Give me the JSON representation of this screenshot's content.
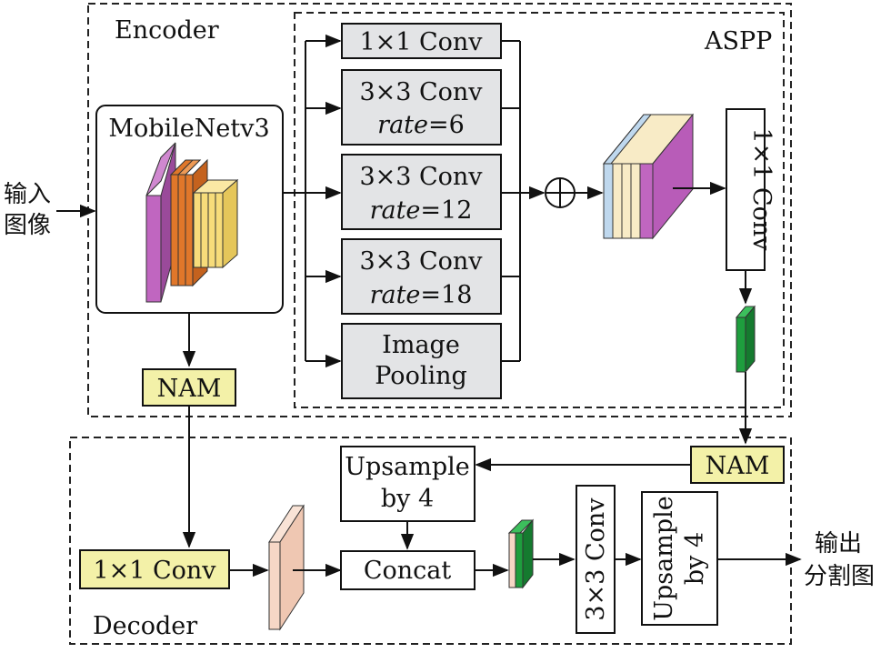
{
  "encoder": {
    "title": "Encoder"
  },
  "aspp": {
    "title": "ASPP"
  },
  "decoder": {
    "title": "Decoder"
  },
  "input": {
    "line1": "输入",
    "line2": "图像"
  },
  "output": {
    "line1": "输出",
    "line2": "分割图"
  },
  "backbone": {
    "title": "MobileNetv3"
  },
  "aspp_branches": {
    "conv1x1": "1×1 Conv",
    "conv3x3_a": "3×3 Conv",
    "rate6": "=6",
    "conv3x3_b": "3×3 Conv",
    "rate12": "=12",
    "conv3x3_c": "3×3 Conv",
    "rate18": "=18",
    "rate_word": "rate",
    "pool_line1": "Image",
    "pool_line2": "Pooling"
  },
  "aspp_out_conv": "1×1 Conv",
  "nam_left": "NAM",
  "nam_right": "NAM",
  "dec_conv1x1": "1×1 Conv",
  "upsample_a": {
    "line1": "Upsample",
    "line2": "by 4"
  },
  "concat": "Concat",
  "dec_conv3x3": "3×3 Conv",
  "upsample_b": {
    "line1": "Upsample",
    "line2": "by 4"
  },
  "colors": {
    "gray_box": "#e3e4e6",
    "yellow_box": "#f3f1a8",
    "purple": "#c066c0",
    "orange": "#e0772a",
    "light_yellow": "#f7dc7a",
    "light_blue": "#bfd8ee",
    "cream": "#f8ebc6",
    "peach": "#f6d7c6",
    "green": "#1e9e3e"
  }
}
